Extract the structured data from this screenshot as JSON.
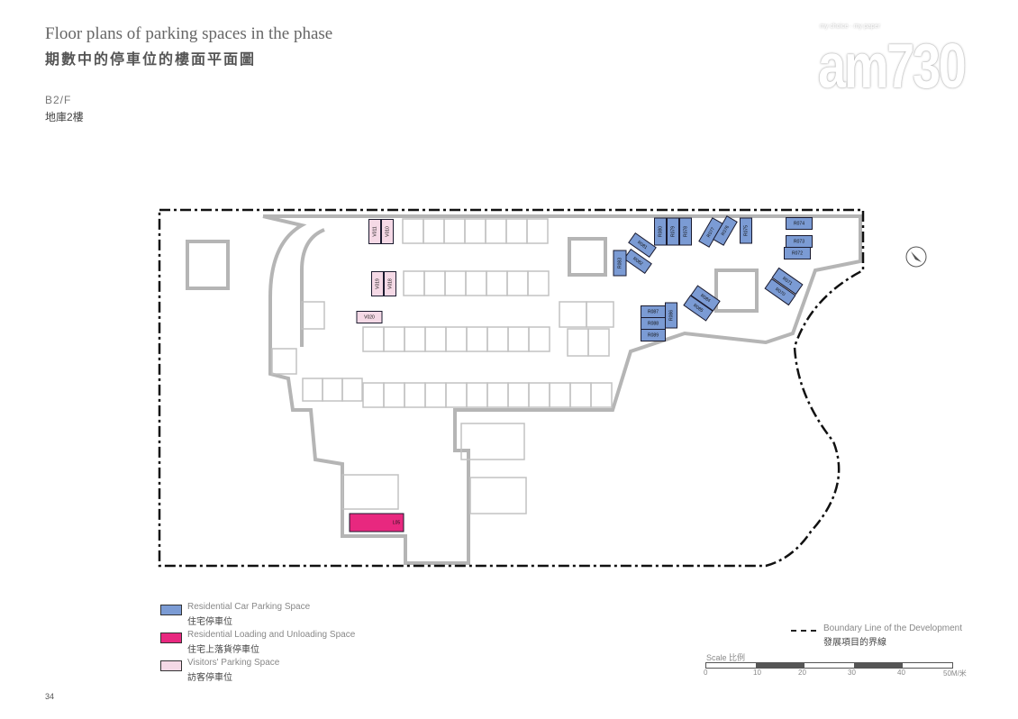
{
  "header": {
    "title_en": "Floor plans of parking spaces in the phase",
    "title_zh": "期數中的停車位的樓面平面圖",
    "floor_en": "B2/F",
    "floor_zh": "地庫2樓"
  },
  "watermark": {
    "tagline": "my choice · my paper",
    "brand": "am730"
  },
  "colors": {
    "residential": "#7b9bd4",
    "loading": "#e8287f",
    "visitor": "#f5d9e6",
    "outline": "#b5b5b5",
    "boundary": "#111111"
  },
  "spaces": {
    "residential": [
      "R080",
      "R079",
      "R078",
      "R077",
      "R076",
      "R075",
      "R074",
      "R073",
      "R072",
      "R081",
      "R082",
      "R083",
      "R071",
      "R070",
      "R084",
      "R085",
      "R087",
      "R088",
      "R089",
      "R086"
    ],
    "loading": [
      "L05"
    ],
    "visitor": [
      "V011",
      "V010",
      "V019",
      "V018",
      "V020"
    ]
  },
  "north_icon": "north-arrow-icon",
  "legend": [
    {
      "en": "Residential Car Parking Space",
      "zh": "住宅停車位"
    },
    {
      "en": "Residential Loading and Unloading Space",
      "zh": "住宅上落貨停車位"
    },
    {
      "en": "Visitors' Parking Space",
      "zh": "訪客停車位"
    }
  ],
  "boundary": {
    "en": "Boundary Line of the Development",
    "zh": "發展項目的界線"
  },
  "scale": {
    "label": "Scale 比例",
    "ticks": [
      "0",
      "10",
      "20",
      "30",
      "40",
      "50M/米"
    ]
  },
  "page_number": "34"
}
